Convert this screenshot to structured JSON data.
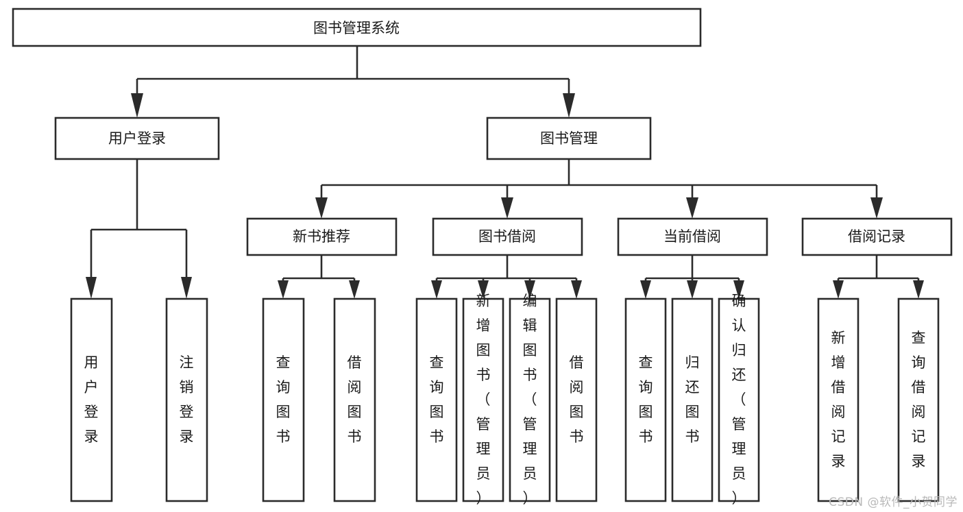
{
  "diagram": {
    "title": "图书管理系统",
    "watermark": "CSDN @软件_小贺同学",
    "colors": {
      "stroke": "#2b2b2b",
      "fill": "#ffffff",
      "text": "#1a1a1a",
      "watermark": "#b9b9b9",
      "background": "#ffffff"
    },
    "root": {
      "label": "图书管理系统"
    },
    "level2": [
      {
        "label": "用户登录"
      },
      {
        "label": "图书管理"
      }
    ],
    "level3": [
      {
        "label": "新书推荐"
      },
      {
        "label": "图书借阅"
      },
      {
        "label": "当前借阅"
      },
      {
        "label": "借阅记录"
      }
    ],
    "leaves": {
      "user_login": [
        {
          "label": "用户登录"
        },
        {
          "label": "注销登录"
        }
      ],
      "new_book_recommend": [
        {
          "label": "查询图书"
        },
        {
          "label": "借阅图书"
        }
      ],
      "book_borrow": [
        {
          "label": "查询图书"
        },
        {
          "label": "新增图书（管理员）"
        },
        {
          "label": "编辑图书（管理员）"
        },
        {
          "label": "借阅图书"
        }
      ],
      "current_borrow": [
        {
          "label": "查询图书"
        },
        {
          "label": "归还图书"
        },
        {
          "label": "确认归还（管理员）"
        }
      ],
      "borrow_record": [
        {
          "label": "新增借阅记录"
        },
        {
          "label": "查询借阅记录"
        }
      ]
    }
  }
}
